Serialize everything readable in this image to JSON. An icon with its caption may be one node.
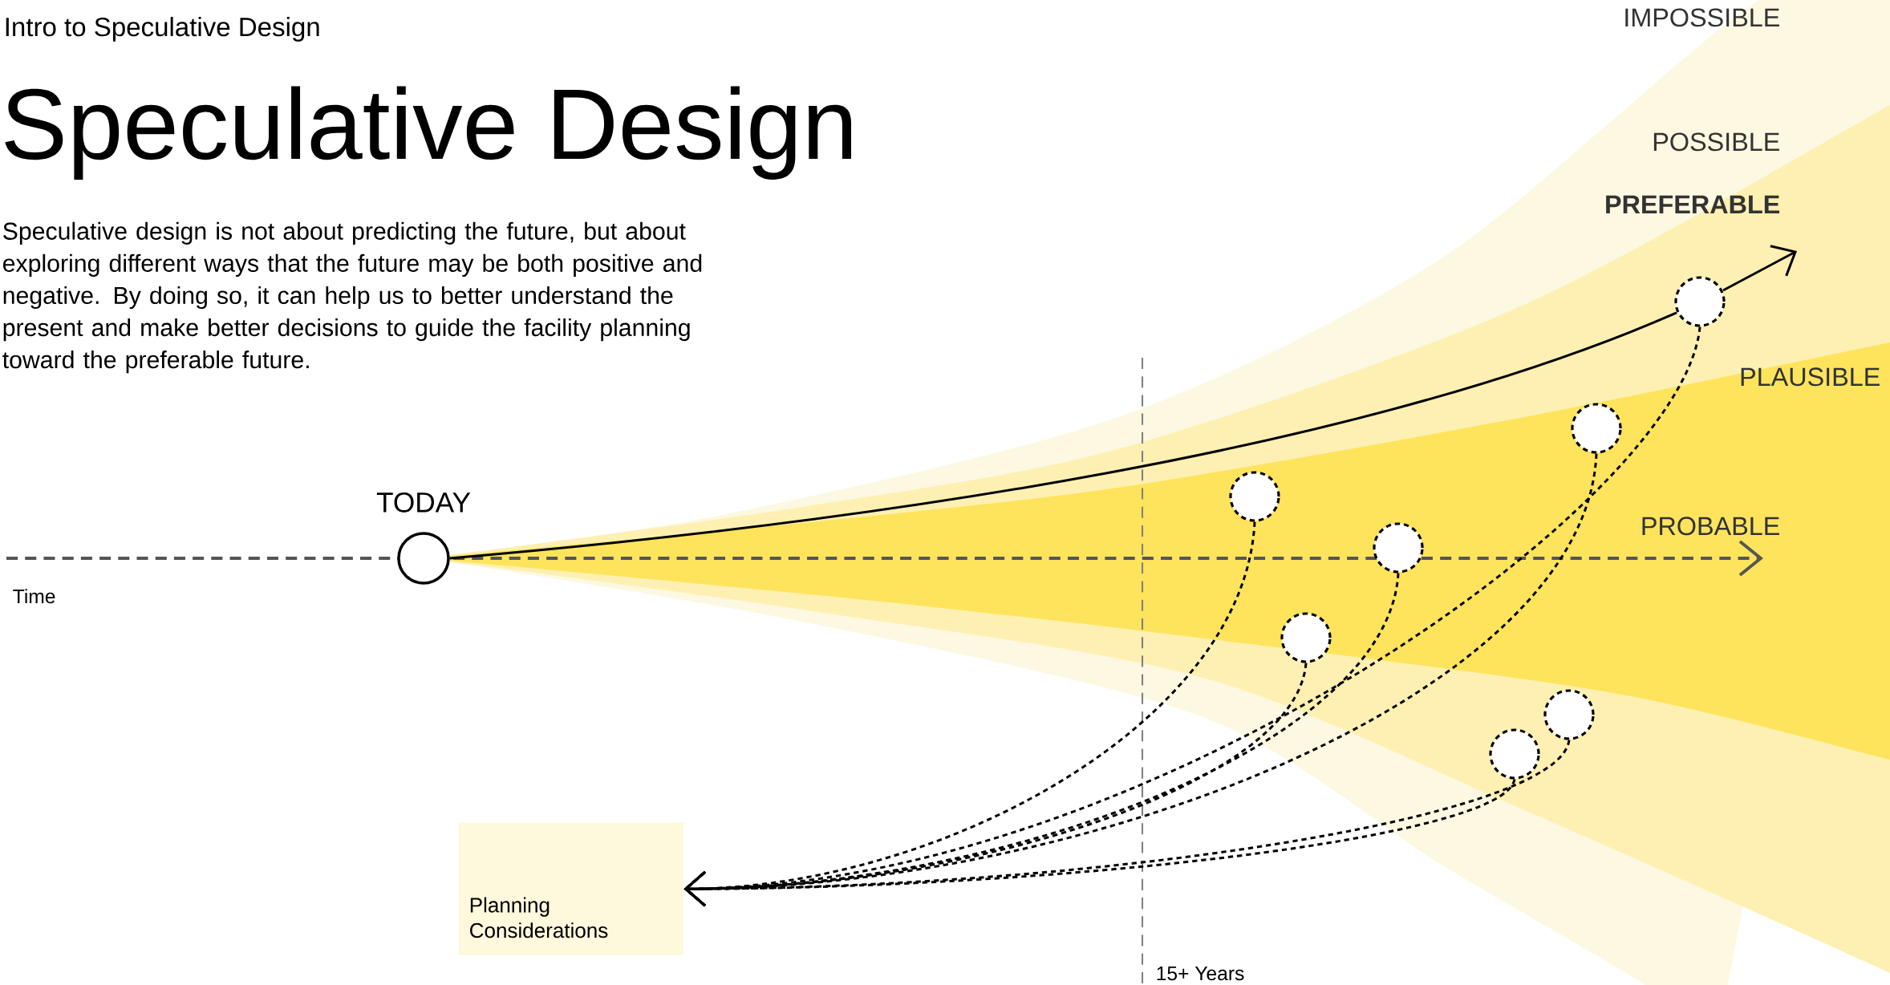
{
  "diagram": {
    "title": "Speculative Design",
    "nodes": [
      {
        "text": [
          "TODAY"
        ]
      },
      {
        "text": [
          "Planning Considerations"
        ]
      },
      {
        "text": [],
        "shape": "circle"
      },
      {
        "text": [],
        "shape": "circle"
      },
      {
        "text": [],
        "shape": "circle"
      },
      {
        "text": [],
        "shape": "circle"
      },
      {
        "text": [],
        "shape": "circle"
      },
      {
        "text": [],
        "shape": "circle"
      },
      {
        "text": [],
        "shape": "circle"
      }
    ],
    "edges": [
      {
        "from": 0,
        "to": null,
        "arrow": "to"
      },
      {
        "from": 2,
        "to": 1,
        "arrow": "to",
        "style": "dashed"
      },
      {
        "from": 3,
        "to": 1,
        "arrow": "to",
        "style": "dashed"
      },
      {
        "from": 4,
        "to": 1,
        "arrow": "to",
        "style": "dashed"
      },
      {
        "from": 5,
        "to": 1,
        "arrow": "to",
        "style": "dashed"
      },
      {
        "from": 6,
        "to": 1,
        "arrow": "to",
        "style": "dashed"
      },
      {
        "from": 7,
        "to": 1,
        "arrow": "to",
        "style": "dashed"
      },
      {
        "from": 8,
        "to": 1,
        "arrow": "to",
        "style": "dashed"
      }
    ],
    "labels": [
      "Intro to Speculative Design",
      "Speculative design is not about predicting the future, but about exploring different ways that the future may be both positive and negative. By doing so, it can help us to better understand the present and make better decisions to guide the facility planning toward the preferable future.",
      "IMPOSSIBLE",
      "POSSIBLE",
      "PREFERABLE",
      "PLAUSIBLE",
      "PROBABLE",
      "Time",
      "15+ Years"
    ]
  }
}
